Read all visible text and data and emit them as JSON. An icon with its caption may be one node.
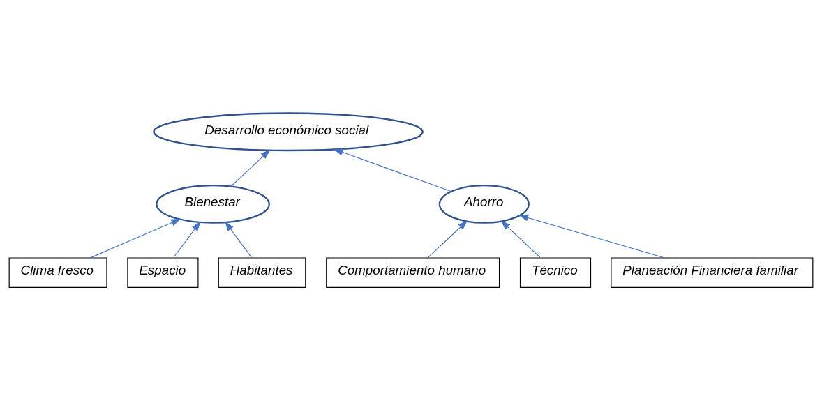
{
  "diagram": {
    "nodes": [
      {
        "text": [
          "Desarrollo económico social"
        ]
      },
      {
        "text": [
          "Bienestar"
        ]
      },
      {
        "text": [
          "Ahorro"
        ]
      },
      {
        "text": [
          "Clima fresco"
        ]
      },
      {
        "text": [
          "Espacio"
        ]
      },
      {
        "text": [
          "Habitantes"
        ]
      },
      {
        "text": [
          "Comportamiento humano"
        ]
      },
      {
        "text": [
          "Técnico"
        ]
      },
      {
        "text": [
          "Planeación Financiera familiar"
        ]
      }
    ],
    "edges": [
      {
        "from": 1,
        "to": 0,
        "arrow": "to"
      },
      {
        "from": 2,
        "to": 0,
        "arrow": "to"
      },
      {
        "from": 3,
        "to": 1,
        "arrow": "to"
      },
      {
        "from": 4,
        "to": 1,
        "arrow": "to"
      },
      {
        "from": 5,
        "to": 1,
        "arrow": "to"
      },
      {
        "from": 6,
        "to": 2,
        "arrow": "to"
      },
      {
        "from": 7,
        "to": 2,
        "arrow": "to"
      },
      {
        "from": 8,
        "to": 2,
        "arrow": "to"
      }
    ]
  }
}
